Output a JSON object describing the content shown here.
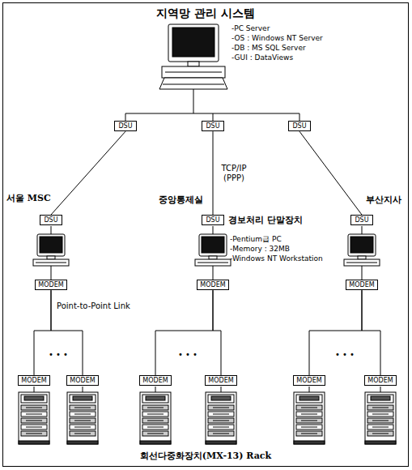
{
  "diagram": {
    "title": "지역망 관리 시스템",
    "caption": "회선다중화장치(MX-13) Rack",
    "nodes": [
      {
        "text": [
          "DSU"
        ]
      },
      {
        "text": [
          "DSU"
        ]
      },
      {
        "text": [
          "DSU"
        ]
      },
      {
        "text": [
          "DSU"
        ]
      },
      {
        "text": [
          "DSU"
        ]
      },
      {
        "text": [
          "DSU"
        ]
      },
      {
        "text": [
          "MODEM"
        ]
      },
      {
        "text": [
          "MODEM"
        ]
      },
      {
        "text": [
          "MODEM"
        ]
      },
      {
        "text": [
          "MODEM"
        ]
      },
      {
        "text": [
          "MODEM"
        ]
      },
      {
        "text": [
          "MODEM"
        ]
      },
      {
        "text": [
          "MODEM"
        ]
      },
      {
        "text": [
          "MODEM"
        ]
      },
      {
        "text": [
          "MODEM"
        ]
      }
    ],
    "edges": [
      {
        "from": 0,
        "to": 3,
        "arrow": "none"
      },
      {
        "from": 1,
        "to": 4,
        "label": "TCP/IP (PPP)",
        "arrow": "none"
      },
      {
        "from": 2,
        "to": 5,
        "arrow": "none"
      },
      {
        "from": 6,
        "to": 9,
        "arrow": "none"
      },
      {
        "from": 6,
        "to": 10,
        "arrow": "none"
      },
      {
        "from": 7,
        "to": 11,
        "arrow": "none"
      },
      {
        "from": 7,
        "to": 12,
        "arrow": "none"
      },
      {
        "from": 8,
        "to": 13,
        "arrow": "none"
      },
      {
        "from": 8,
        "to": 14,
        "arrow": "none"
      }
    ],
    "labels": [
      "-PC Server",
      "-OS : Windows NT Server",
      "-DB : MS SQL Server",
      "-GUI : DataViews",
      "서울 MSC",
      "중앙통제실",
      "경보처리 단말장치",
      "부산지사",
      "-Pentium급 PC",
      "-Memory : 32MB",
      "-Windows NT Workstation",
      "Point-to-Point Link",
      "• • •",
      "• • •",
      "• • •"
    ]
  }
}
